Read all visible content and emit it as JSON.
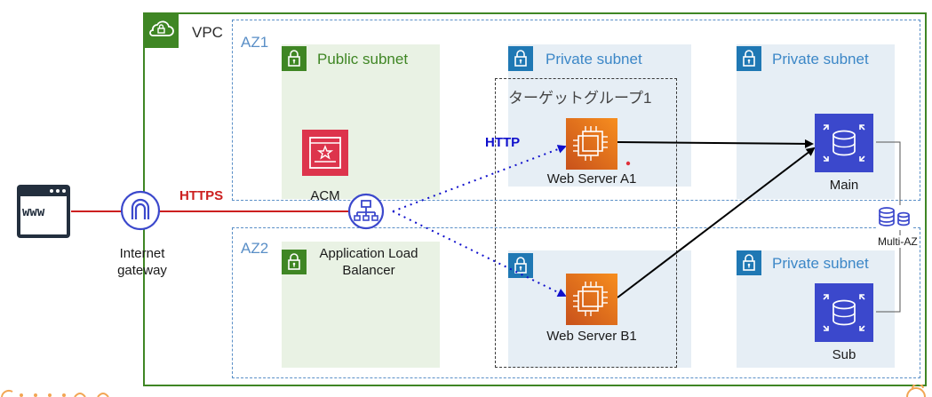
{
  "vpc": {
    "label": "VPC"
  },
  "az1": {
    "label": "AZ1"
  },
  "az2": {
    "label": "AZ2"
  },
  "subnets": {
    "public_az1": "Public subnet",
    "private_az1_web": "Private subnet",
    "private_az1_db": "Private subnet",
    "private_az2_db": "Private subnet"
  },
  "target_group": {
    "label": "ターゲットグループ1"
  },
  "nodes": {
    "www": "www",
    "igw": "Internet\ngateway",
    "acm": "ACM",
    "alb": "Application Load\nBalancer",
    "web_a1": "Web Server A1",
    "web_b1": "Web Server B1",
    "db_main": "Main",
    "db_sub": "Sub",
    "multi_az": "Multi-AZ"
  },
  "edges": {
    "https": "HTTPS",
    "http": "HTTP"
  },
  "colors": {
    "vpc_green": "#3f8624",
    "az_blue": "#5a8fc7",
    "https_red": "#cc1f1f",
    "http_blue": "#1010cc",
    "ec2_orange": "#e8711a",
    "rds_blue": "#3b48cc",
    "acm_red": "#dd344c"
  }
}
